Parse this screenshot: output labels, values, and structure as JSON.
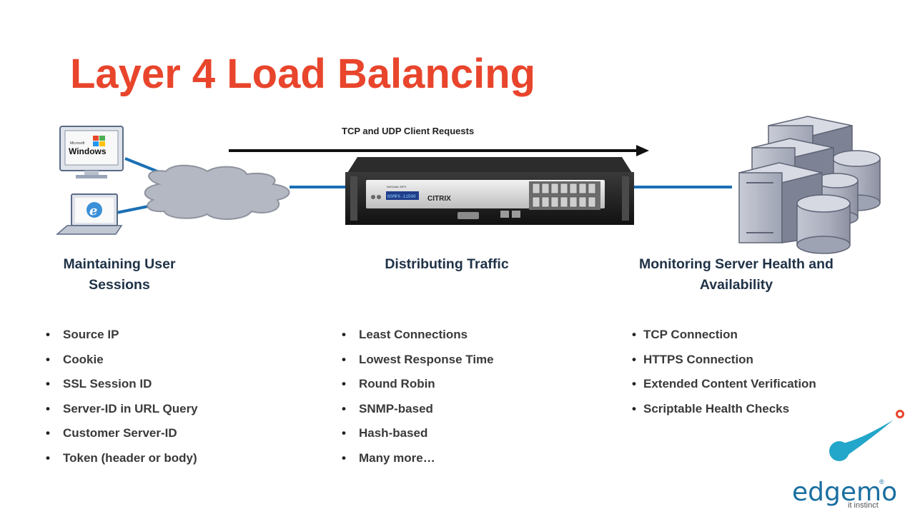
{
  "title": "Layer 4 Load Balancing",
  "arrow_label": "TCP and UDP Client Requests",
  "client_icons": {
    "windows_label": "Windows",
    "windows_small_label": "Microsoft",
    "browser_glyph": "e"
  },
  "appliance": {
    "brand": "CITRIX",
    "model_text": "NetScaler MPX",
    "display_text": "NSMPX-11500"
  },
  "columns": [
    {
      "heading": "Maintaining User Sessions",
      "items": [
        "Source IP",
        "Cookie",
        "SSL Session ID",
        "Server-ID in URL Query",
        "Customer Server-ID",
        "Token (header or body)"
      ]
    },
    {
      "heading": "Distributing Traffic",
      "items": [
        "Least Connections",
        "Lowest Response Time",
        "Round Robin",
        "SNMP-based",
        "Hash-based",
        "Many more…"
      ]
    },
    {
      "heading": "Monitoring Server Health and Availability",
      "items": [
        "TCP Connection",
        "HTTPS Connection",
        "Extended Content Verification",
        "Scriptable Health Checks"
      ]
    }
  ],
  "logo": {
    "name": "edgemo",
    "registered": "®",
    "tagline": "it instinct"
  },
  "colors": {
    "title": "#e8452c",
    "link_line": "#1a6fb5",
    "logo_blue": "#1a6fa0",
    "logo_cyan": "#22a6c9",
    "logo_dot": "#e8452c"
  }
}
